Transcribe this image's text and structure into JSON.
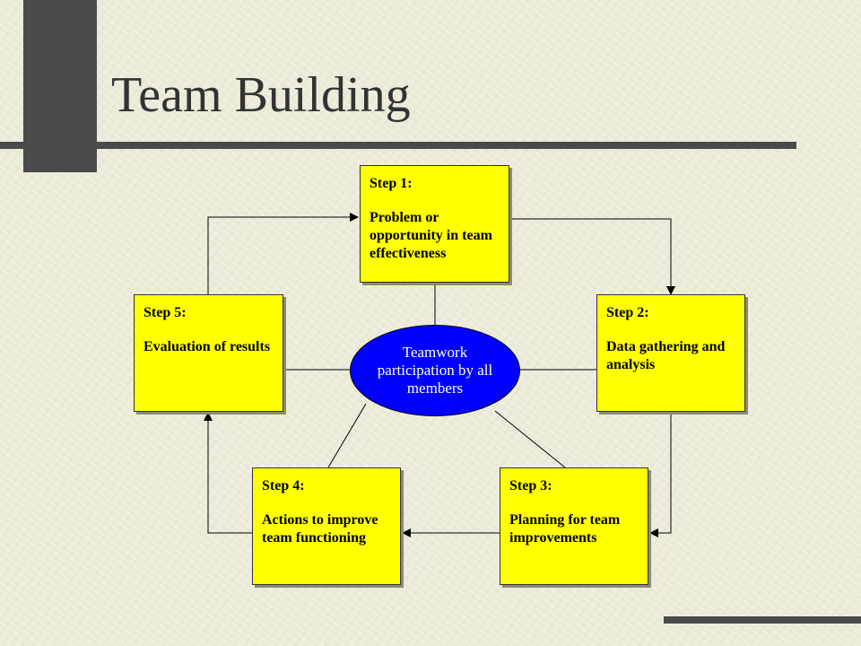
{
  "slide": {
    "title": "Team Building"
  },
  "center": {
    "label": "Teamwork participation by all members"
  },
  "steps": [
    {
      "id": "step1",
      "heading": "Step 1:",
      "body": "Problem or opportunity in team effectiveness"
    },
    {
      "id": "step2",
      "heading": "Step 2:",
      "body": "Data gathering and analysis"
    },
    {
      "id": "step3",
      "heading": "Step 3:",
      "body": "Planning for team improvements"
    },
    {
      "id": "step4",
      "heading": "Step 4:",
      "body": "Actions to improve team functioning"
    },
    {
      "id": "step5",
      "heading": "Step 5:",
      "body": "Evaluation of results"
    }
  ],
  "colors": {
    "step_fill": "#ffff00",
    "center_fill": "#0000ff",
    "bars": "#4a4a4a"
  }
}
